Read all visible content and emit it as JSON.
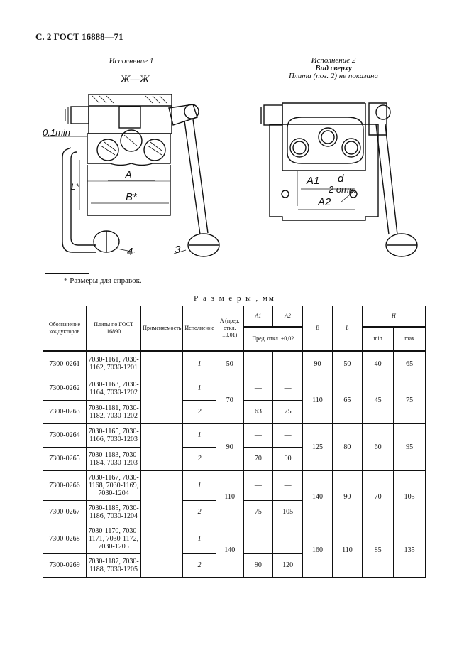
{
  "header": "С. 2 ГОСТ 16888—71",
  "figure_left": {
    "caption": "Исполнение 1",
    "section": "Ж—Ж",
    "labels": {
      "tol": "0,1min",
      "A": "A",
      "B": "B*",
      "L": "L*",
      "c4": "4",
      "c3": "3"
    }
  },
  "figure_right": {
    "caption": "Исполнение 2",
    "subcaption": "Вид сверху",
    "note": "Плита (поз. 2) не показана",
    "labels": {
      "A1": "A1",
      "A2": "A2",
      "d": "d",
      "tol": "2 отв."
    }
  },
  "footnote": "* Размеры для справок.",
  "table_title": "Р а з м е р ы , мм",
  "table": {
    "headers": {
      "designation": "Обозначение кондукторов",
      "plates": "Плиты по ГОСТ 16890",
      "applicability": "Применяемость",
      "version": "Исполнение",
      "A": "A (пред. откл. ±0,01)",
      "A1": "A1",
      "A2": "A2",
      "A12_tol": "Пред. откл. ±0,02",
      "B": "B",
      "L": "L",
      "H": "H",
      "min": "min",
      "max": "max"
    },
    "rows": [
      {
        "code": "7300-0261",
        "plates": "7030-1161, 7030-1162, 7030-1201",
        "ver": "1",
        "A": "50",
        "A1": "—",
        "A2": "—",
        "B": "90",
        "L": "50",
        "min": "40",
        "max": "65"
      },
      {
        "code": "7300-0262",
        "plates": "7030-1163, 7030-1164, 7030-1202",
        "ver": "1",
        "A": "70",
        "A1": "—",
        "A2": "—",
        "B": "110",
        "L": "65",
        "min": "45",
        "max": "75"
      },
      {
        "code": "7300-0263",
        "plates": "7030-1181, 7030-1182, 7030-1202",
        "ver": "2",
        "A1": "63",
        "A2": "75"
      },
      {
        "code": "7300-0264",
        "plates": "7030-1165, 7030-1166, 7030-1203",
        "ver": "1",
        "A": "90",
        "A1": "—",
        "A2": "—",
        "B": "125",
        "L": "80",
        "min": "60",
        "max": "95"
      },
      {
        "code": "7300-0265",
        "plates": "7030-1183, 7030-1184, 7030-1203",
        "ver": "2",
        "A1": "70",
        "A2": "90"
      },
      {
        "code": "7300-0266",
        "plates": "7030-1167, 7030-1168, 7030-1169, 7030-1204",
        "ver": "1",
        "A": "110",
        "A1": "—",
        "A2": "—",
        "B": "140",
        "L": "90",
        "min": "70",
        "max": "105"
      },
      {
        "code": "7300-0267",
        "plates": "7030-1185, 7030-1186, 7030-1204",
        "ver": "2",
        "A1": "75",
        "A2": "105"
      },
      {
        "code": "7300-0268",
        "plates": "7030-1170, 7030-1171, 7030-1172, 7030-1205",
        "ver": "1",
        "A": "140",
        "A1": "—",
        "A2": "—",
        "B": "160",
        "L": "110",
        "min": "85",
        "max": "135"
      },
      {
        "code": "7300-0269",
        "plates": "7030-1187, 7030-1188, 7030-1205",
        "ver": "2",
        "A1": "90",
        "A2": "120"
      }
    ]
  }
}
